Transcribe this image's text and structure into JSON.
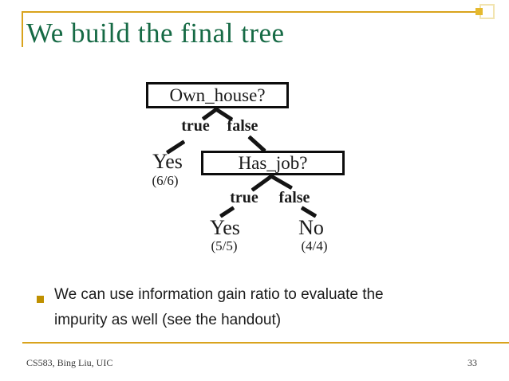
{
  "slide": {
    "title": "We build the final tree",
    "bullet": {
      "lines": [
        "We can use information gain ratio to evaluate the",
        "impurity as well (see the handout)"
      ]
    },
    "footer": {
      "left": "CS583, Bing Liu, UIC",
      "page_number": "33"
    },
    "colors": {
      "title_green": "#166a45",
      "accent_gold": "#d9a31d",
      "bullet_gold": "#bf9000",
      "tree_ink": "#141414"
    }
  },
  "tree": {
    "root": {
      "label": "Own_house?",
      "true_label": "true",
      "false_label": "false"
    },
    "left_leaf": {
      "label": "Yes",
      "count": "(6/6)"
    },
    "mid_node": {
      "label": "Has_job?",
      "true_label": "true",
      "false_label": "false"
    },
    "mid_true_leaf": {
      "label": "Yes",
      "count": "(5/5)"
    },
    "mid_false_leaf": {
      "label": "No",
      "count": "(4/4)"
    }
  }
}
